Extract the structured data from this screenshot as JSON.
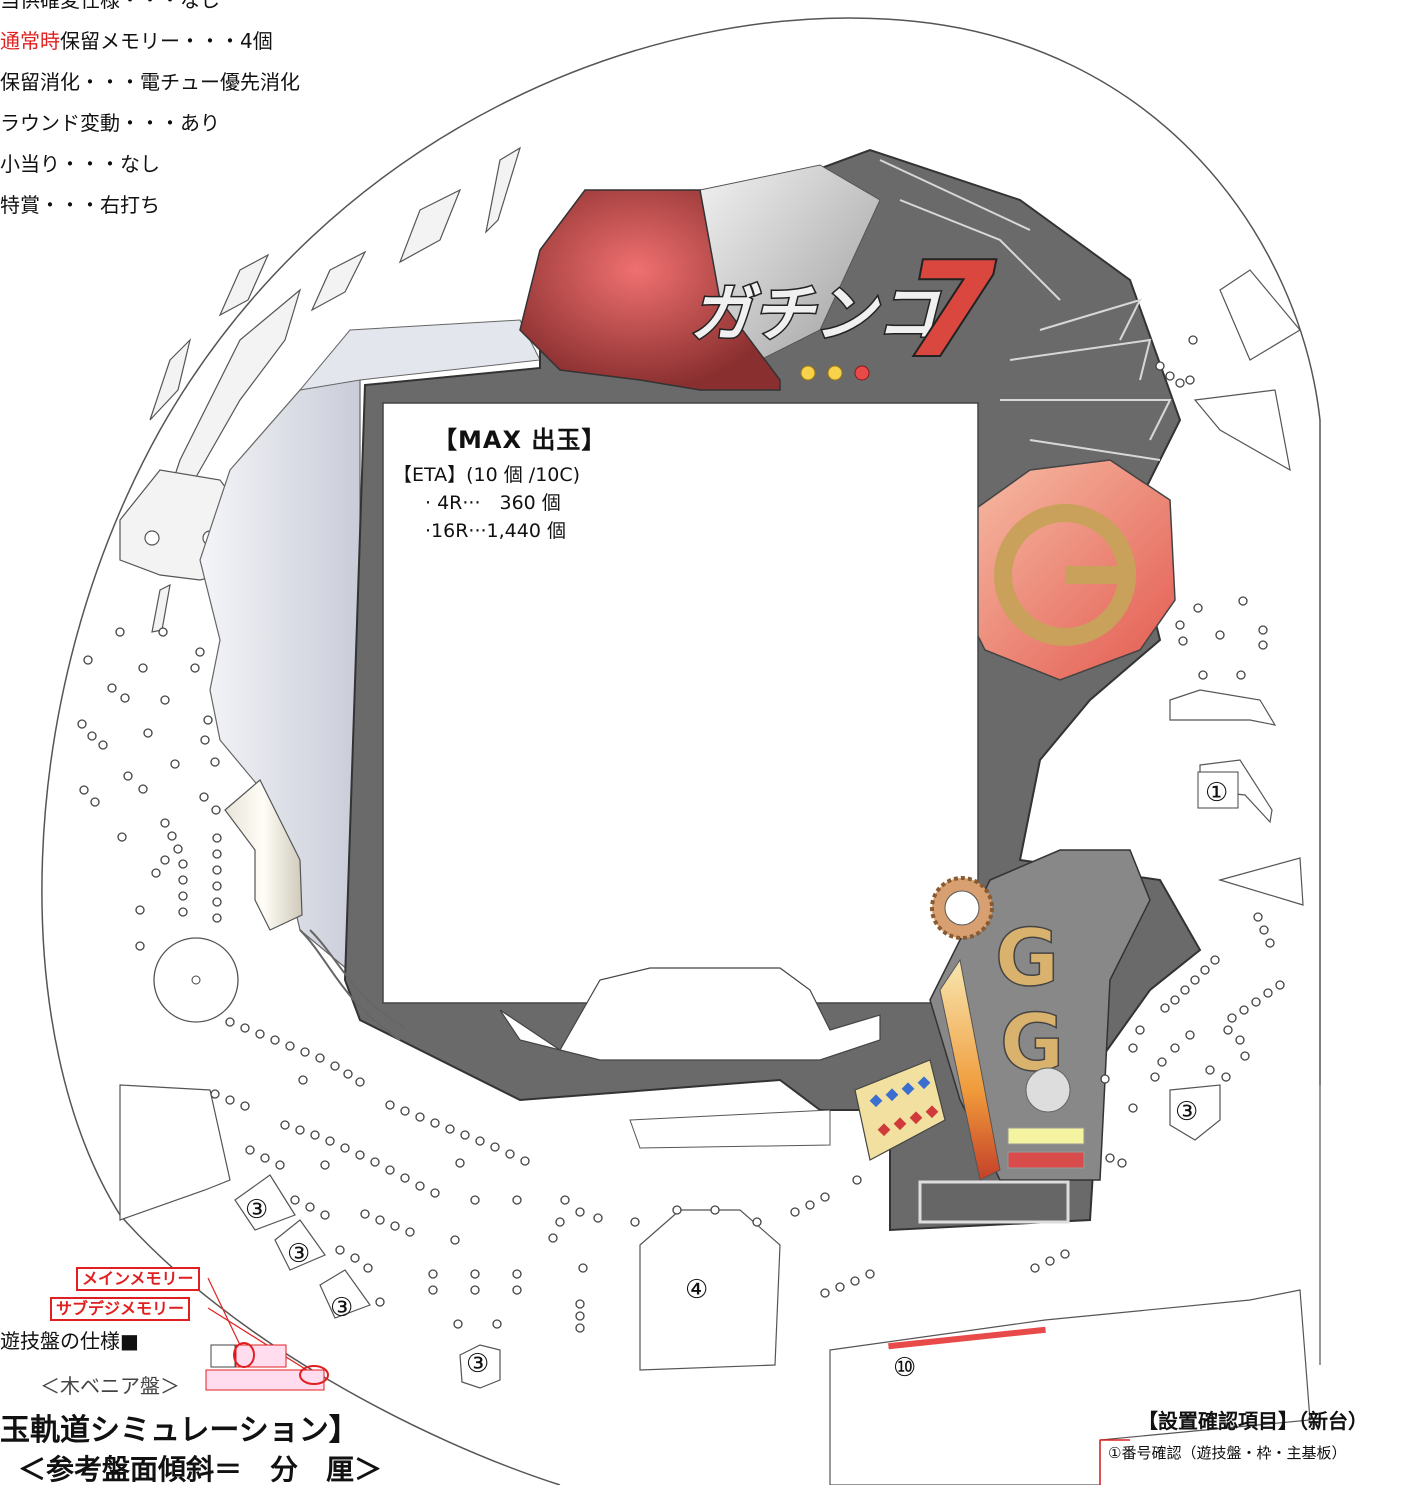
{
  "spec_list": [
    {
      "prefix": "",
      "text": "当供確変仕様・・・なし"
    },
    {
      "prefix": "通常時",
      "text": "保留メモリー・・・4個"
    },
    {
      "prefix": "",
      "text": "保留消化・・・電チュー優先消化"
    },
    {
      "prefix": "",
      "text": "ラウンド変動・・・あり"
    },
    {
      "prefix": "",
      "text": "小当り・・・なし"
    },
    {
      "prefix": "",
      "text": "特賞・・・右打ち"
    }
  ],
  "logo_text": "ガチンコ",
  "logo_number": "7",
  "screen": {
    "title": "【MAX 出玉】",
    "eta_line": "【ETA】(10 個 /10C)",
    "line_4r": "· 4R···　360 個",
    "line_16r": "·16R···1,440 個"
  },
  "markers": {
    "one": "①",
    "three": "③",
    "four": "④",
    "ten": "⑩"
  },
  "memory_tags": {
    "main": "メインメモリー",
    "sub": "サブデジメモリー"
  },
  "bottom_left": {
    "spec_title": "遊技盤の仕様■",
    "board_type": "＜木ベニア盤＞",
    "simulation": "玉軌道シミュレーション】",
    "tilt": "＜参考盤面傾斜＝　分　厘＞"
  },
  "confirm": {
    "title": "【設置確認項目】（新台）",
    "item": "①番号確認（遊技盤・枠・主基板）"
  },
  "colors": {
    "accent_red": "#e02020",
    "board_grey": "#6a6a6a",
    "logo_red": "#c43a3a",
    "g_gold": "#c9a15a"
  }
}
